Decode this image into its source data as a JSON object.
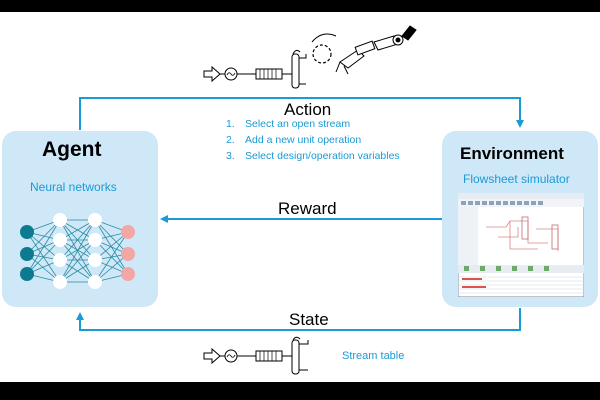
{
  "agent": {
    "title": "Agent",
    "subtitle": "Neural networks"
  },
  "environment": {
    "title": "Environment",
    "subtitle": "Flowsheet simulator"
  },
  "flows": {
    "action": "Action",
    "reward": "Reward",
    "state": "State"
  },
  "action_steps": [
    {
      "num": "1.",
      "text": "Select an open stream"
    },
    {
      "num": "2.",
      "text": "Add a new unit operation"
    },
    {
      "num": "3.",
      "text": "Select design/operation variables"
    }
  ],
  "state_note": "Stream table",
  "colors": {
    "background": "#ffffff",
    "frame": "#000000",
    "panel": "#cfe8f7",
    "arrow": "#1a9ad6",
    "node_dark": "#0e7a92",
    "node_light": "#ffffff",
    "node_output": "#f2a6a6"
  },
  "icons": [
    "feed-arrow-icon",
    "pump-icon",
    "heat-exchanger-icon",
    "distillation-column-icon",
    "robot-arm-icon",
    "neural-network-icon",
    "simulator-screenshot-icon"
  ]
}
